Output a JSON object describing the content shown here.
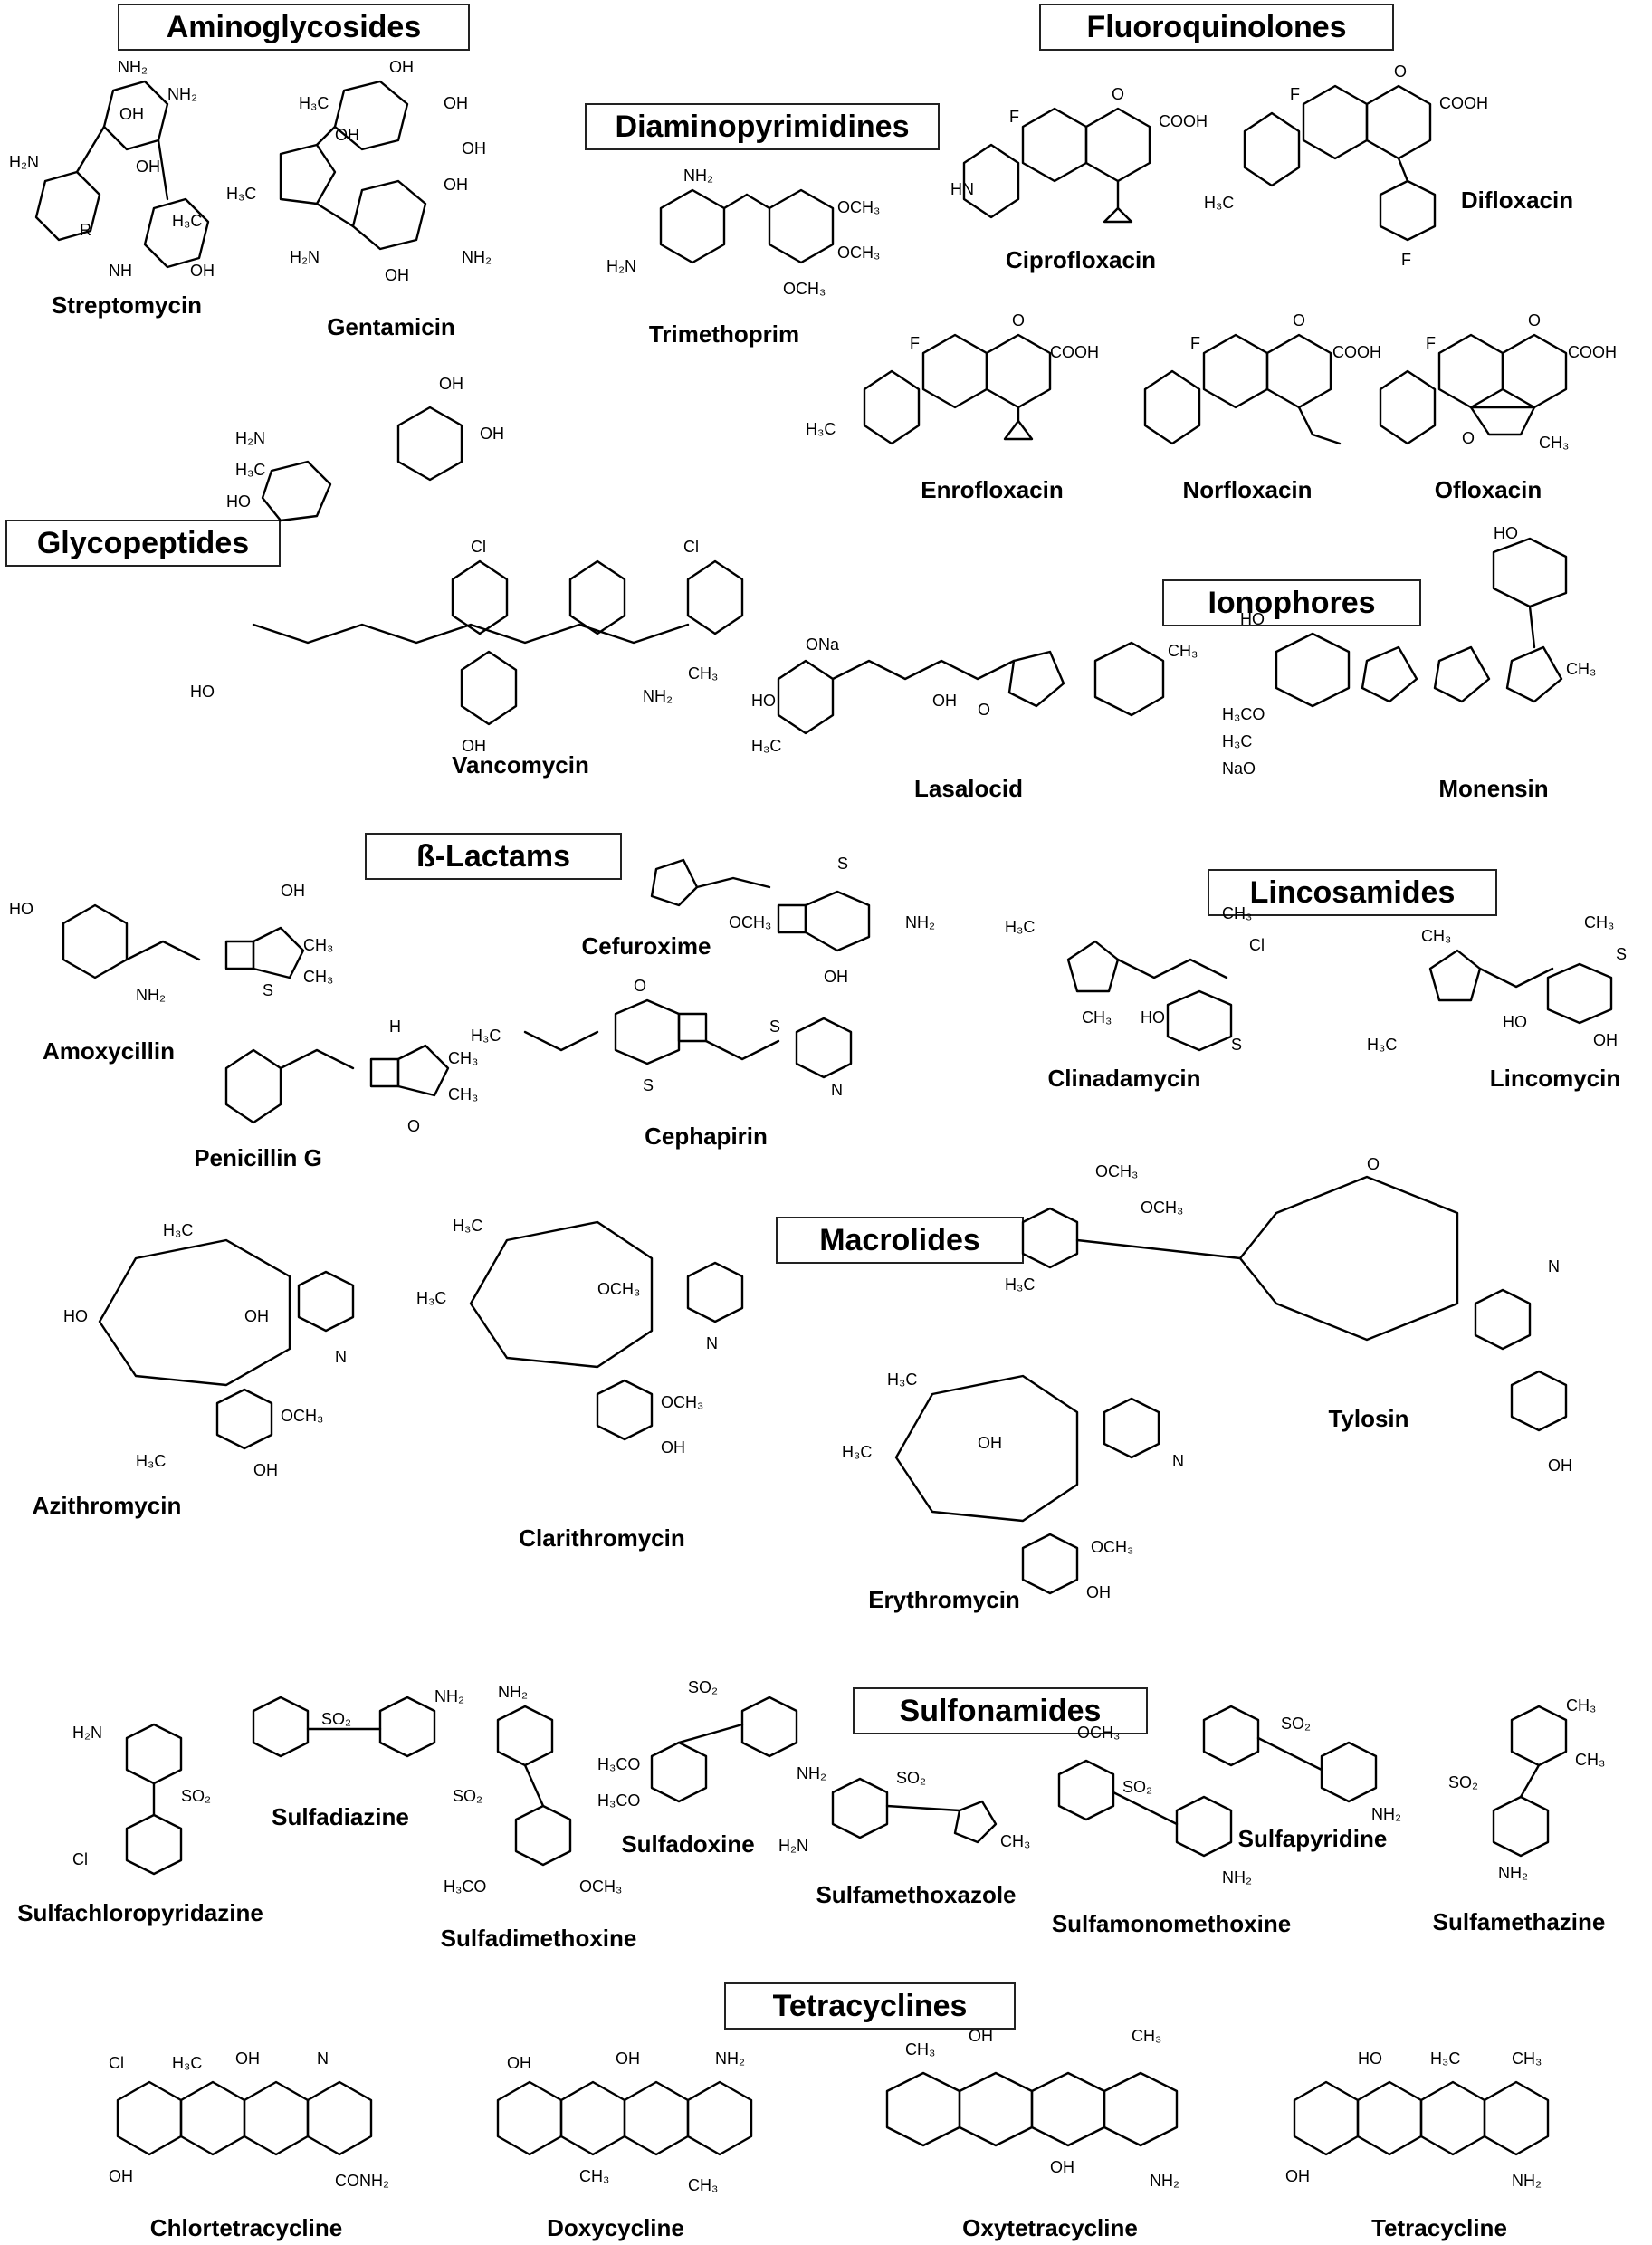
{
  "classes": {
    "aminoglycosides": "Aminoglycosides",
    "fluoroquinolones": "Fluoroquinolones",
    "diaminopyrimidines": "Diaminopyrimidines",
    "glycopeptides": "Glycopeptides",
    "ionophores": "Ionophores",
    "beta_lactams": "ß-Lactams",
    "lincosamides": "Lincosamides",
    "macrolides": "Macrolides",
    "sulfonamides": "Sulfonamides",
    "tetracyclines": "Tetracyclines"
  },
  "drugs": {
    "streptomycin": "Streptomycin",
    "gentamicin": "Gentamicin",
    "trimethoprim": "Trimethoprim",
    "ciprofloxacin": "Ciprofloxacin",
    "difloxacin": "Difloxacin",
    "enrofloxacin": "Enrofloxacin",
    "norfloxacin": "Norfloxacin",
    "ofloxacin": "Ofloxacin",
    "vancomycin": "Vancomycin",
    "lasalocid": "Lasalocid",
    "monensin": "Monensin",
    "amoxycillin": "Amoxycillin",
    "penicillin_g": "Penicillin G",
    "cefuroxime": "Cefuroxime",
    "cephapirin": "Cephapirin",
    "clinadamycin": "Clinadamycin",
    "lincomycin": "Lincomycin",
    "azithromycin": "Azithromycin",
    "clarithromycin": "Clarithromycin",
    "erythromycin": "Erythromycin",
    "tylosin": "Tylosin",
    "sulfachloropyridazine": "Sulfachloropyridazine",
    "sulfadiazine": "Sulfadiazine",
    "sulfadimethoxine": "Sulfadimethoxine",
    "sulfadoxine": "Sulfadoxine",
    "sulfamethoxazole": "Sulfamethoxazole",
    "sulfamonomethoxine": "Sulfamonomethoxine",
    "sulfapyridine": "Sulfapyridine",
    "sulfamethazine": "Sulfamethazine",
    "chlortetracycline": "Chlortetracycline",
    "doxycycline": "Doxycycline",
    "oxytetracycline": "Oxytetracycline",
    "tetracycline": "Tetracycline"
  },
  "atoms": {
    "oh": "OH",
    "nh2": "NH₂",
    "h2n": "H₂N",
    "ch3": "CH₃",
    "h3c": "H₃C",
    "ho": "HO",
    "f": "F",
    "cl": "Cl",
    "cooh": "COOH",
    "o": "O",
    "n": "N",
    "hn": "HN",
    "s": "S",
    "och3": "OCH₃",
    "h3co": "H₃CO",
    "ona": "ONa",
    "nao": "NaO",
    "nh": "NH",
    "h": "H",
    "conh2": "CONH₂",
    "so2": "SO₂",
    "r": "R"
  }
}
